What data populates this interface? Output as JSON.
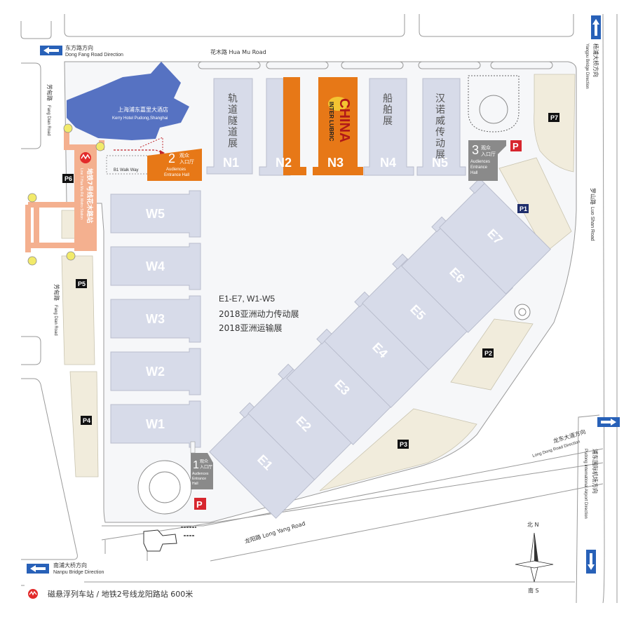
{
  "roads": {
    "hua_mu": "花木路 Hua Mu Road",
    "luo_shan_cn": "罗山路",
    "luo_shan_en": "Luo Shan Road",
    "fang_dian_cn": "芳甸路",
    "fang_dian_en": "Fang Dian Road",
    "long_yang": "龙阳路 Long Yang Road"
  },
  "directions": {
    "dong_fang_cn": "东方路方向",
    "dong_fang_en": "Dong Fang Road Direction",
    "yangpu_cn": "杨浦大桥方向",
    "yangpu_en": "Yangpu Bridge Direction",
    "long_dong_cn": "龙东大道方向",
    "long_dong_en": "Long Dong Road Direction",
    "pudong_airport_cn": "浦东国际机场方向",
    "pudong_airport_en": "Pudong International Airport Direction",
    "nanpu_cn": "南浦大桥方向",
    "nanpu_en": "Nanpu Bridge Direction"
  },
  "hotel": {
    "cn": "上海浦东嘉里大酒店",
    "en": "Kerry Hotel Pudong,Shanghai",
    "walkway": "B1 Walk Way"
  },
  "metro": {
    "cn": "地铁7号线花木路站",
    "en": "Line 7 Hua Mu Rd. Metro Station"
  },
  "halls": {
    "north": [
      {
        "id": "N1",
        "cn": "轨道隧道展"
      },
      {
        "id": "N2",
        "cn": ""
      },
      {
        "id": "N3",
        "cn": ""
      },
      {
        "id": "N4",
        "cn": "船舶展"
      },
      {
        "id": "N5",
        "cn": "汉诺威传动展"
      }
    ],
    "west": [
      "W5",
      "W4",
      "W3",
      "W2",
      "W1"
    ],
    "east": [
      "E1",
      "E2",
      "E3",
      "E4",
      "E5",
      "E6",
      "E7"
    ]
  },
  "logo": {
    "main": "CHINA",
    "sub": "INTER LUBRIC"
  },
  "entrances": {
    "e1": {
      "num": "1",
      "cn1": "观众",
      "cn2": "入口厅",
      "en": "Audiences Entrance Hall"
    },
    "e2": {
      "num": "2",
      "cn1": "观众",
      "cn2": "入口厅",
      "en": "Audiences Entrance Hall"
    },
    "e3": {
      "num": "3",
      "cn1": "观众",
      "cn2": "入口厅",
      "en": "Audiences Entrance Hall"
    }
  },
  "event_info": {
    "line1": "E1-E7, W1-W5",
    "line2": "2018亚洲动力传动展",
    "line3": "2018亚洲运输展"
  },
  "parking": [
    "P1",
    "P2",
    "P3",
    "P4",
    "P5",
    "P6",
    "P7"
  ],
  "parking_icon": "P",
  "compass": {
    "north": "北 N",
    "south": "南 S"
  },
  "footer": "磁悬浮列车站 / 地铁2号线龙阳路站  600米",
  "colors": {
    "hall_fill": "#d7dbe9",
    "hall_stroke": "#b9bdcd",
    "orange": "#e77817",
    "hotel_blue": "#5672c2",
    "metro_salmon": "#f4b08f",
    "parking_area": "#f1ecdc",
    "entrance_grey": "#8a8a8a",
    "direction_blue": "#2861b8",
    "yellow_dot": "#f2ea6a"
  }
}
